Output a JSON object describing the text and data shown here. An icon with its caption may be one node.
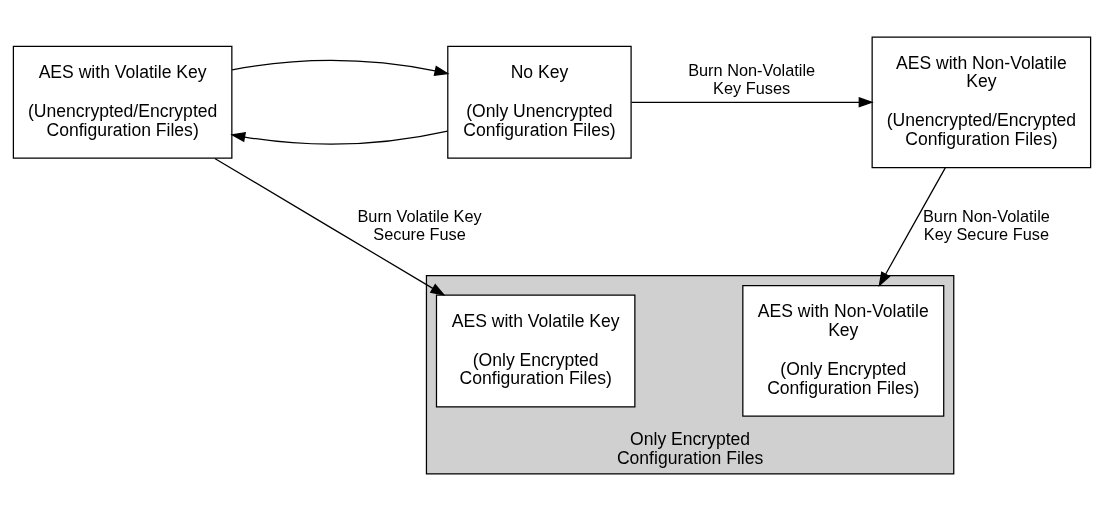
{
  "diagram": {
    "nodes": [
      {
        "text": [
          "AES with Volatile Key",
          "(Unencrypted/Encrypted Configuration Files)"
        ]
      },
      {
        "text": [
          "No Key",
          "(Only Unencrypted Configuration Files)"
        ]
      },
      {
        "text": [
          "AES with Non-Volatile Key",
          "(Unencrypted/Encrypted Configuration Files)"
        ]
      },
      {
        "text": [
          "Only Encrypted Configuration Files"
        ]
      },
      {
        "text": [
          "AES with Volatile Key",
          "(Only Encrypted Configuration Files)"
        ],
        "in": 3
      },
      {
        "text": [
          "AES with Non-Volatile Key",
          "(Only Encrypted Configuration Files)"
        ],
        "in": 3
      }
    ],
    "edges": [
      {
        "from": 1,
        "to": 0,
        "arrow": "to"
      },
      {
        "from": 0,
        "to": 1,
        "arrow": "to"
      },
      {
        "from": 1,
        "to": 2,
        "arrow": "to",
        "label": "Burn Non-Volatile Key Fuses"
      },
      {
        "from": 0,
        "to": 4,
        "arrow": "to",
        "label": "Burn Volatile Key Secure Fuse"
      },
      {
        "from": 2,
        "to": 5,
        "arrow": "to",
        "label": "Burn Non-Volatile Key Secure Fuse"
      }
    ]
  }
}
